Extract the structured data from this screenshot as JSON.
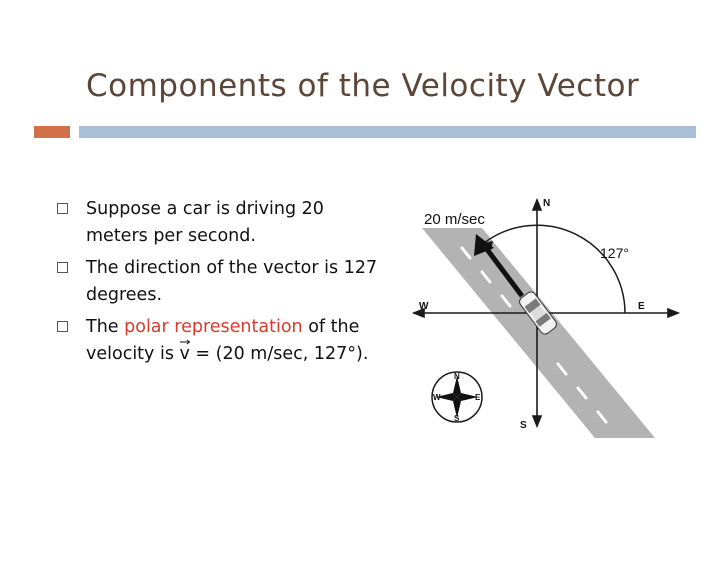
{
  "slide": {
    "title": "Components of the Velocity Vector"
  },
  "bullets": [
    {
      "before": "Suppose a car is driving 20 meters per second.",
      "highlight": "",
      "after": ""
    },
    {
      "before": "The direction of the vector is 127 degrees.",
      "highlight": "",
      "after": ""
    },
    {
      "before": "The ",
      "highlight": "polar representation",
      "after": " of the velocity is ",
      "vector_symbol": "v",
      "tail": " = (20 m/sec, 127°)."
    }
  ],
  "diagram": {
    "speed_label": "20 m/sec",
    "angle_label": "127°",
    "axis_labels": {
      "north": "N",
      "south": "S",
      "east": "E",
      "west": "W"
    },
    "compass_labels": {
      "north": "N",
      "south": "S",
      "east": "E",
      "west": "W"
    }
  },
  "colors": {
    "title": "#5b4637",
    "accent_bar": "#d2704a",
    "title_bar": "#a9bfd5",
    "highlight": "#d83b2c",
    "road": "#b3b3b3"
  }
}
